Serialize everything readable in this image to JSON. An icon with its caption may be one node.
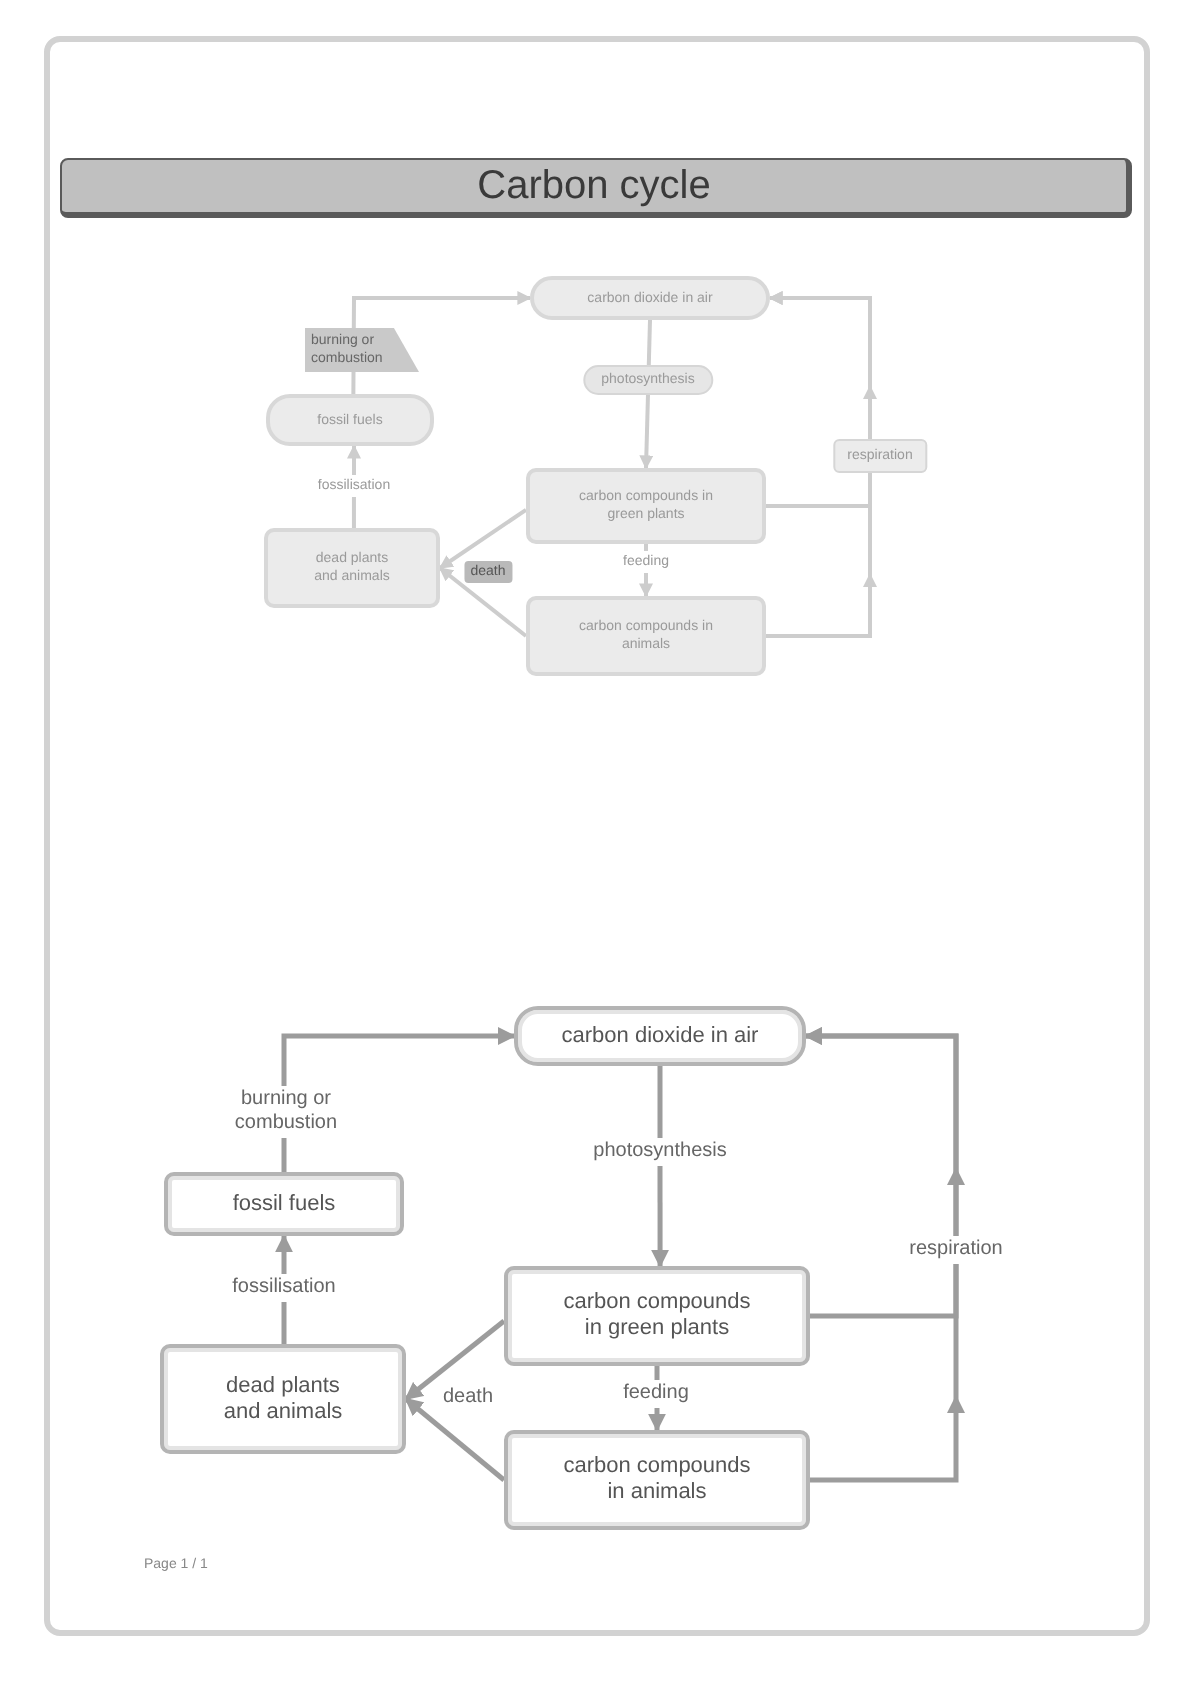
{
  "diagram": {
    "title": "Carbon cycle",
    "nodes": [
      {
        "text": [
          "carbon dioxide in air"
        ]
      },
      {
        "text": [
          "fossil fuels"
        ]
      },
      {
        "text": [
          "carbon compounds in green plants"
        ]
      },
      {
        "text": [
          "dead plants and animals"
        ]
      },
      {
        "text": [
          "carbon compounds in animals"
        ]
      },
      {
        "text": [
          "carbon dioxide in air"
        ]
      },
      {
        "text": [
          "fossil fuels"
        ]
      },
      {
        "text": [
          "carbon compounds in green plants"
        ]
      },
      {
        "text": [
          "dead plants and animals"
        ]
      },
      {
        "text": [
          "carbon compounds in animals"
        ]
      }
    ],
    "edges": [
      {
        "from": 1,
        "to": 0,
        "arrow": "to",
        "label": "burning or combustion"
      },
      {
        "from": 0,
        "to": 2,
        "arrow": "to",
        "label": "photosynthesis"
      },
      {
        "from": 3,
        "to": 1,
        "arrow": "to",
        "label": "fossilisation"
      },
      {
        "from": 2,
        "to": 3,
        "arrow": "to",
        "label": "death"
      },
      {
        "from": 4,
        "to": 3,
        "arrow": "to"
      },
      {
        "from": 2,
        "to": 4,
        "arrow": "to",
        "label": "feeding"
      },
      {
        "from": 2,
        "to": 0,
        "arrow": "to"
      },
      {
        "from": 4,
        "to": 0,
        "arrow": "to",
        "label": "respiration"
      },
      {
        "from": 6,
        "to": 5,
        "arrow": "to",
        "label": "burning or combustion"
      },
      {
        "from": 5,
        "to": 7,
        "arrow": "to",
        "label": "photosynthesis"
      },
      {
        "from": 8,
        "to": 6,
        "arrow": "to",
        "label": "fossilisation"
      },
      {
        "from": 7,
        "to": 8,
        "arrow": "to",
        "label": "death"
      },
      {
        "from": 9,
        "to": 8,
        "arrow": "to"
      },
      {
        "from": 7,
        "to": 9,
        "arrow": "to",
        "label": "feeding"
      },
      {
        "from": 7,
        "to": 5,
        "arrow": "to"
      },
      {
        "from": 9,
        "to": 5,
        "arrow": "to",
        "label": "respiration"
      }
    ],
    "labels": [
      "Page 1 / 1"
    ]
  }
}
